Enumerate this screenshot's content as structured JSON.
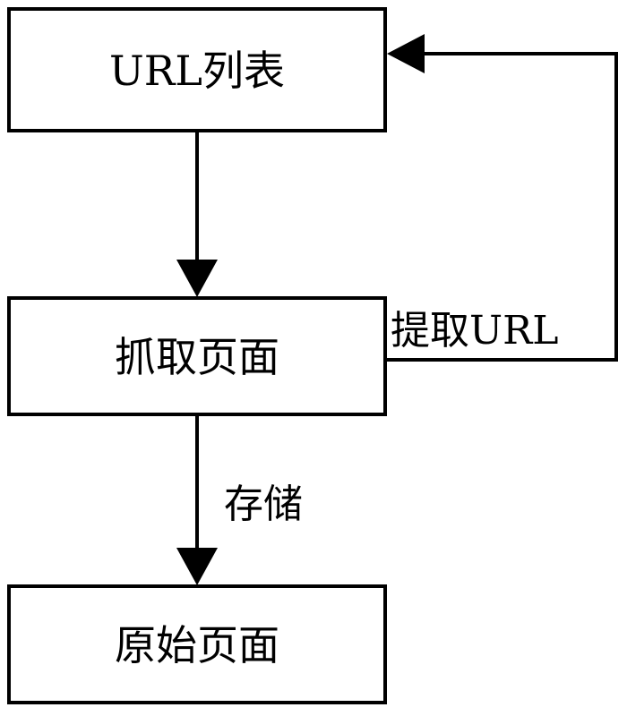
{
  "diagram": {
    "nodes": {
      "url_list": "URL列表",
      "fetch_page": "抓取页面",
      "raw_page": "原始页面"
    },
    "edges": {
      "extract_url": "提取URL",
      "store": "存储"
    },
    "stroke_color": "#000000",
    "fill_color": "#ffffff"
  }
}
